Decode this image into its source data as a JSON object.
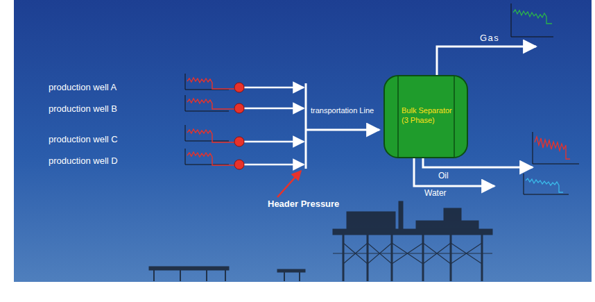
{
  "diagram": {
    "nodes": [
      {
        "text": [
          "Bulk Separator (3 Phase)"
        ]
      }
    ],
    "labels": [
      "production well A",
      "production well B",
      "production well C",
      "production well D",
      "transportation Line",
      "Header Pressure",
      "Gas",
      "Oil",
      "Water"
    ]
  }
}
